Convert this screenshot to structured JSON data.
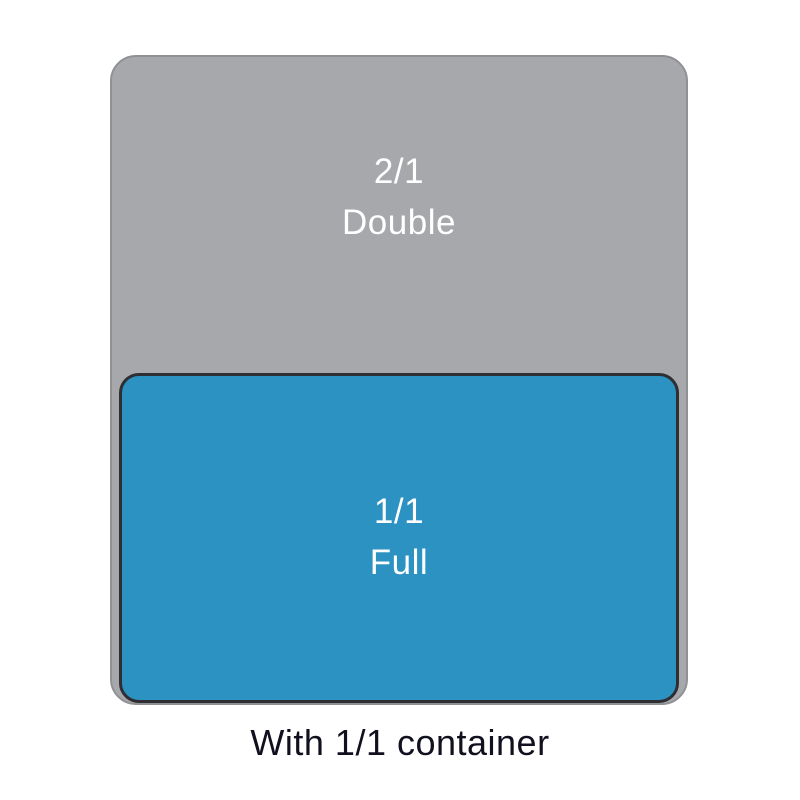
{
  "diagram": {
    "double_pan": {
      "size": "2/1",
      "name": "Double",
      "color": "#a6a8ab",
      "border_color": "#8f9194"
    },
    "full_pan": {
      "size": "1/1",
      "name": "Full",
      "color": "#2b92c2",
      "border_color": "#2e2e33"
    },
    "caption": "With 1/1 container",
    "text_color_on_pans": "#ffffff",
    "caption_color": "#10101f"
  }
}
